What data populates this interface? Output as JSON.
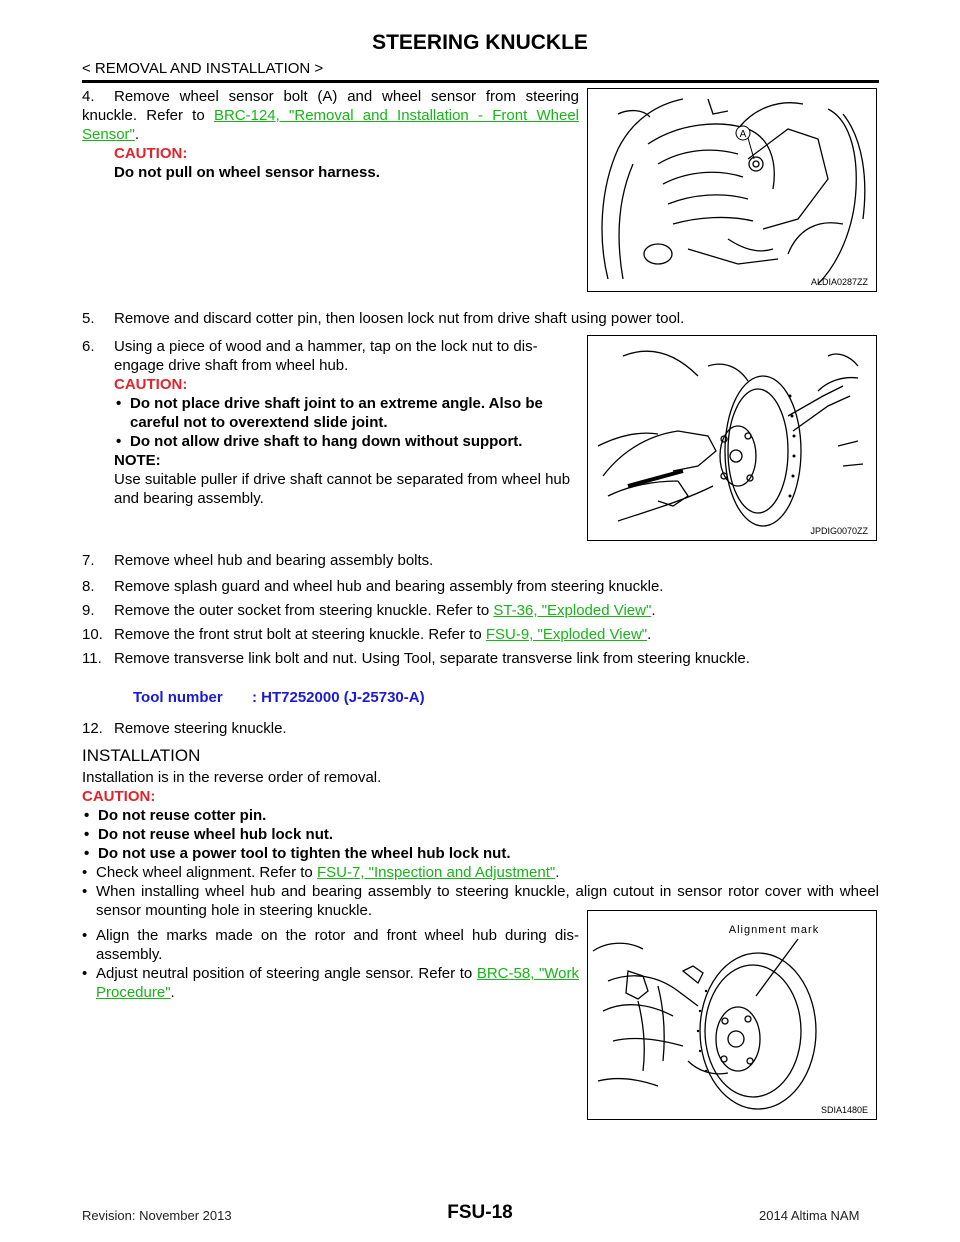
{
  "header": {
    "title": "STEERING KNUCKLE",
    "breadcrumb": "< REMOVAL AND INSTALLATION >"
  },
  "steps": {
    "s4": {
      "num": "4.",
      "text_a": "Remove wheel sensor bolt (A) and wheel sensor from steering knuckle. Refer to ",
      "link": "BRC-124, \"Removal and Installation - Front Wheel Sensor\"",
      "text_b": ".",
      "caution_label": "CAUTION:",
      "caution_text": "Do not pull on wheel sensor harness."
    },
    "s5": {
      "num": "5.",
      "text": "Remove and discard cotter pin, then loosen lock nut from drive shaft using power tool."
    },
    "s6": {
      "num": "6.",
      "text": "Using a piece of wood and a hammer, tap on the lock nut to dis-engage drive shaft from wheel hub.",
      "caution_label": "CAUTION:",
      "caution_1": "Do not place drive shaft joint to an extreme angle. Also be careful not to overextend slide joint.",
      "caution_2": "Do not allow drive shaft to hang down without support.",
      "note_label": "NOTE:",
      "note_text": "Use suitable puller if drive shaft cannot be separated from wheel hub and bearing assembly."
    },
    "s7": {
      "num": "7.",
      "text": "Remove wheel hub and bearing assembly bolts."
    },
    "s8": {
      "num": "8.",
      "text": "Remove splash guard and wheel hub and bearing assembly from steering knuckle."
    },
    "s9": {
      "num": "9.",
      "text_a": "Remove the outer socket from steering knuckle. Refer to ",
      "link": "ST-36, \"Exploded View\"",
      "text_b": "."
    },
    "s10": {
      "num": "10.",
      "text_a": "Remove the front strut bolt at steering knuckle. Refer to ",
      "link": "FSU-9, \"Exploded View\"",
      "text_b": "."
    },
    "s11": {
      "num": "11.",
      "text": "Remove transverse link bolt and nut. Using Tool, separate transverse link from steering knuckle."
    },
    "tool": {
      "label": "Tool number",
      "value": ": HT7252000 (J-25730-A)"
    },
    "s12": {
      "num": "12.",
      "text": "Remove steering knuckle."
    }
  },
  "installation": {
    "heading": "INSTALLATION",
    "intro": "Installation is in the reverse order of removal.",
    "caution_label": "CAUTION:",
    "cautions": [
      "Do not reuse cotter pin.",
      "Do not reuse wheel hub lock nut.",
      "Do not use a power tool to tighten the wheel hub lock nut."
    ],
    "b1_a": "Check wheel alignment. Refer to ",
    "b1_link": "FSU-7, \"Inspection and Adjustment\"",
    "b1_b": ".",
    "b2": "When installing wheel hub and bearing assembly to steering knuckle, align cutout in sensor rotor cover with wheel sensor mounting hole in steering knuckle.",
    "b3": "Align the marks made on the rotor and front wheel hub during dis-assembly.",
    "b4_a": "Adjust neutral position of steering angle sensor. Refer to ",
    "b4_link": "BRC-58, \"Work Procedure\"",
    "b4_b": "."
  },
  "figures": {
    "fig1": {
      "label_a": "A",
      "code": "ALDIA0287ZZ"
    },
    "fig2": {
      "code": "JPDIG0070ZZ"
    },
    "fig3": {
      "label": "Alignment mark",
      "code": "SDIA1480E"
    }
  },
  "footer": {
    "revision": "Revision: November 2013",
    "page": "FSU-18",
    "model": "2014 Altima NAM"
  }
}
